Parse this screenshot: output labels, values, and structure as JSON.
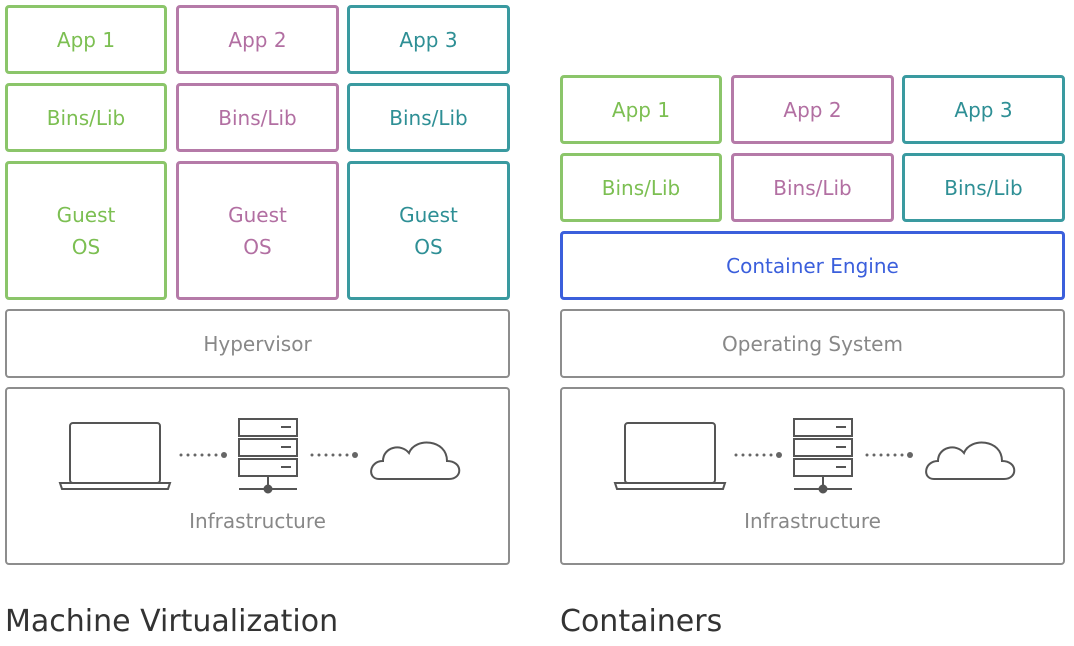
{
  "vm": {
    "apps": [
      "App 1",
      "App 2",
      "App 3"
    ],
    "bins": [
      "Bins/Lib",
      "Bins/Lib",
      "Bins/Lib"
    ],
    "guest": [
      "Guest\nOS",
      "Guest\nOS",
      "Guest\nOS"
    ],
    "hypervisor": "Hypervisor",
    "infrastructure": "Infrastructure",
    "title": "Machine Virtualization"
  },
  "containers": {
    "apps": [
      "App 1",
      "App 2",
      "App 3"
    ],
    "bins": [
      "Bins/Lib",
      "Bins/Lib",
      "Bins/Lib"
    ],
    "engine": "Container Engine",
    "os": "Operating System",
    "infrastructure": "Infrastructure",
    "title": "Containers"
  },
  "icons": [
    "laptop-icon",
    "server-icon",
    "cloud-icon"
  ],
  "colors": {
    "green": "#8bc56a",
    "purple": "#b57aa8",
    "teal": "#3a9aa0",
    "blue": "#3b5fdc",
    "gray": "#8d8d8d"
  }
}
